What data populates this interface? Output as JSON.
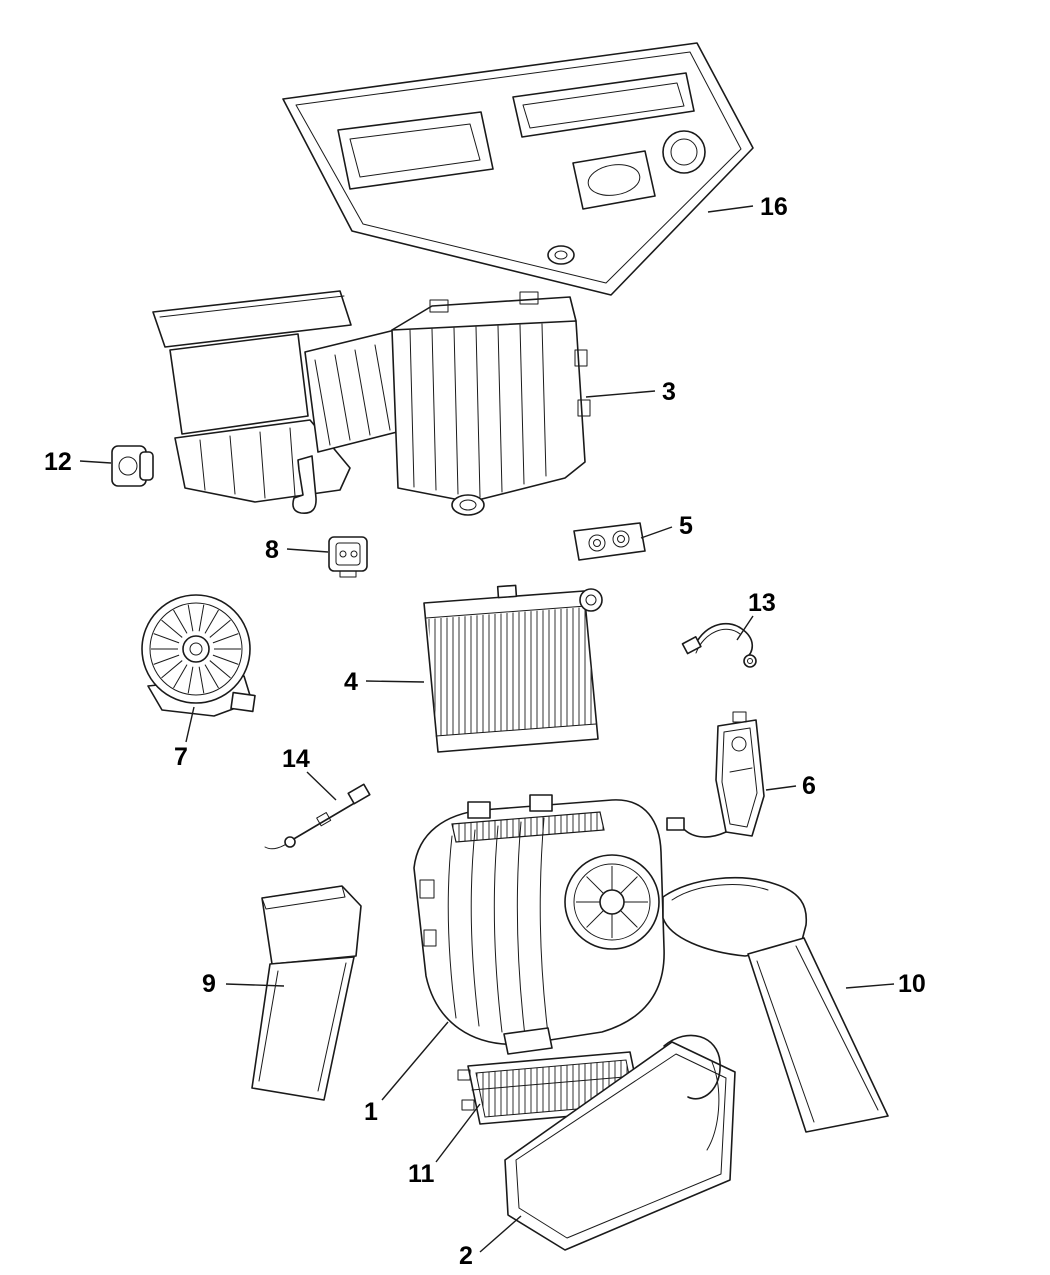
{
  "figure": {
    "type": "exploded-parts-diagram",
    "background_color": "#ffffff",
    "line_color": "#1a1a1a",
    "callouts": [
      {
        "id": "16",
        "label": "16"
      },
      {
        "id": "3",
        "label": "3"
      },
      {
        "id": "12",
        "label": "12"
      },
      {
        "id": "8",
        "label": "8"
      },
      {
        "id": "5",
        "label": "5"
      },
      {
        "id": "4",
        "label": "4"
      },
      {
        "id": "13",
        "label": "13"
      },
      {
        "id": "7",
        "label": "7"
      },
      {
        "id": "14",
        "label": "14"
      },
      {
        "id": "6",
        "label": "6"
      },
      {
        "id": "1",
        "label": "1"
      },
      {
        "id": "9",
        "label": "9"
      },
      {
        "id": "10",
        "label": "10"
      },
      {
        "id": "11",
        "label": "11"
      },
      {
        "id": "2",
        "label": "2"
      }
    ]
  }
}
